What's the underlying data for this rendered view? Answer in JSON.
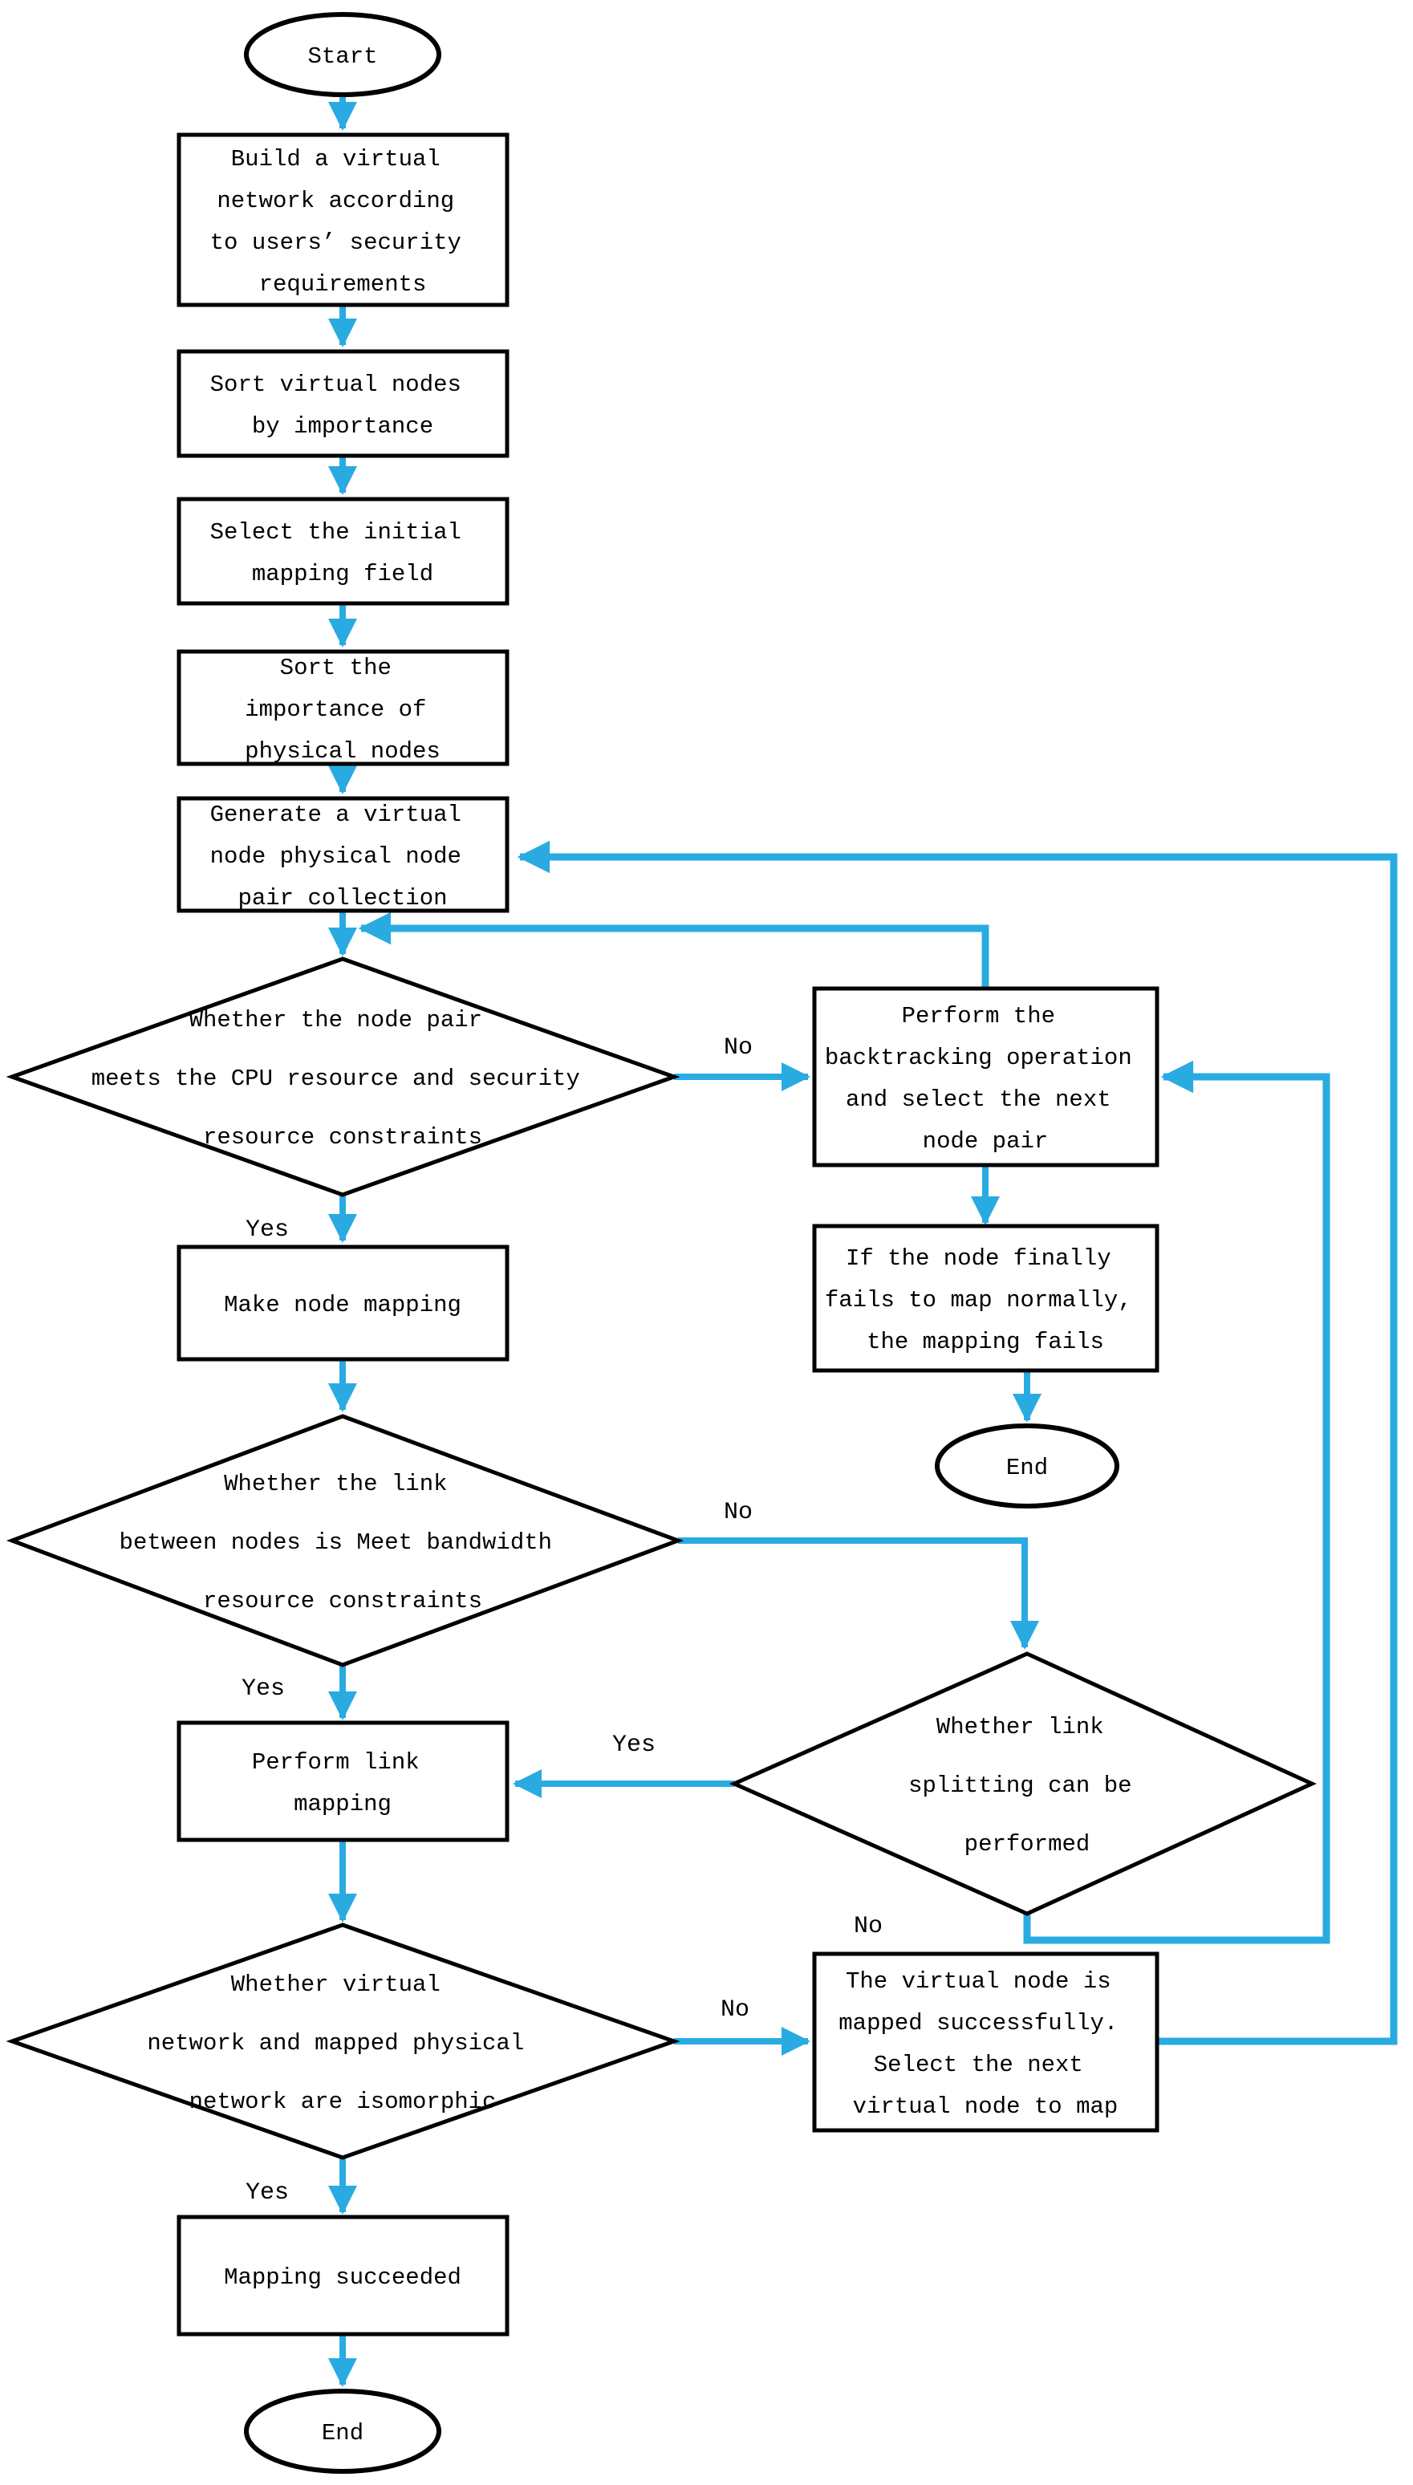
{
  "colors": {
    "arrow": "#29ABE2",
    "shape_stroke": "#000000",
    "text": "#000000",
    "background": "#FFFFFF"
  },
  "labels": {
    "yes": "Yes",
    "no": "No"
  },
  "nodes": {
    "start": {
      "type": "terminator",
      "label": "Start"
    },
    "build": {
      "type": "process",
      "lines": [
        "Build a virtual",
        "network according",
        "to users’ security",
        "requirements"
      ]
    },
    "sort_virtual": {
      "type": "process",
      "lines": [
        "Sort virtual nodes",
        "by importance"
      ]
    },
    "select_initial": {
      "type": "process",
      "lines": [
        "Select the initial",
        "mapping field"
      ]
    },
    "sort_physical": {
      "type": "process",
      "lines": [
        "Sort the",
        "importance of",
        "physical nodes"
      ]
    },
    "generate_pairs": {
      "type": "process",
      "lines": [
        "Generate a virtual",
        "node physical node",
        "pair collection"
      ]
    },
    "d_node_pair": {
      "type": "decision",
      "lines": [
        "Whether the node pair",
        "meets the CPU resource and security",
        "resource constraints"
      ]
    },
    "make_node_mapping": {
      "type": "process",
      "lines": [
        "Make node mapping"
      ]
    },
    "d_bandwidth": {
      "type": "decision",
      "lines": [
        "Whether the link",
        "between nodes is Meet bandwidth",
        "resource constraints"
      ]
    },
    "perform_link": {
      "type": "process",
      "lines": [
        "Perform link",
        "mapping"
      ]
    },
    "d_isomorphic": {
      "type": "decision",
      "lines": [
        "Whether virtual",
        "network and mapped physical",
        "network are isomorphic"
      ]
    },
    "mapping_succeeded": {
      "type": "process",
      "lines": [
        "Mapping succeeded"
      ]
    },
    "end_main": {
      "type": "terminator",
      "label": "End"
    },
    "backtrack": {
      "type": "process",
      "lines": [
        "Perform the",
        "backtracking operation",
        "and select the next",
        "node pair"
      ]
    },
    "mapping_fails": {
      "type": "process",
      "lines": [
        "If the node finally",
        "fails to map normally,",
        "the mapping fails"
      ]
    },
    "end_fail": {
      "type": "terminator",
      "label": "End"
    },
    "d_link_split": {
      "type": "decision",
      "lines": [
        "Whether link",
        "splitting can be",
        "performed"
      ]
    },
    "virtual_success": {
      "type": "process",
      "lines": [
        "The virtual node is",
        "mapped successfully.",
        "Select the next",
        "virtual node to map"
      ]
    }
  }
}
